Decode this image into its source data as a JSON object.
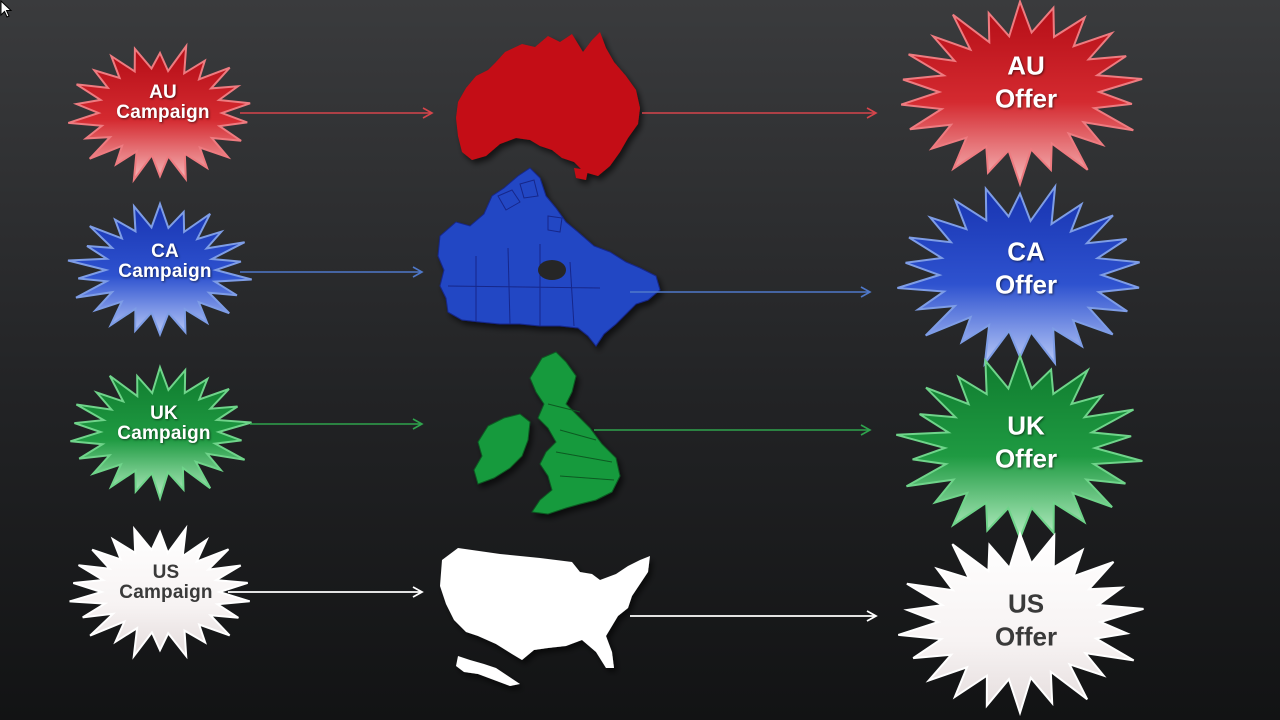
{
  "rows": [
    {
      "id": "au",
      "campaign_line1": "AU",
      "campaign_line2": "Campaign",
      "region": "Australia",
      "offer_line1": "AU",
      "offer_line2": "Offer",
      "color": "#c8101a",
      "light": "#f4a6a8",
      "stroke": "#e6646a"
    },
    {
      "id": "ca",
      "campaign_line1": "CA",
      "campaign_line2": "Campaign",
      "region": "Canada",
      "offer_line1": "CA",
      "offer_line2": "Offer",
      "color": "#1f3fbf",
      "light": "#a9bdf4",
      "stroke": "#5b7fd8"
    },
    {
      "id": "uk",
      "campaign_line1": "UK",
      "campaign_line2": "Campaign",
      "region": "United Kingdom",
      "offer_line1": "UK",
      "offer_line2": "Offer",
      "color": "#138a36",
      "light": "#a8e6b6",
      "stroke": "#3fb85a"
    },
    {
      "id": "us",
      "campaign_line1": "US",
      "campaign_line2": "Campaign",
      "region": "United States",
      "offer_line1": "US",
      "offer_line2": "Offer",
      "color": "#ffffff",
      "light": "#e9e2e2",
      "stroke": "#ffffff"
    }
  ]
}
